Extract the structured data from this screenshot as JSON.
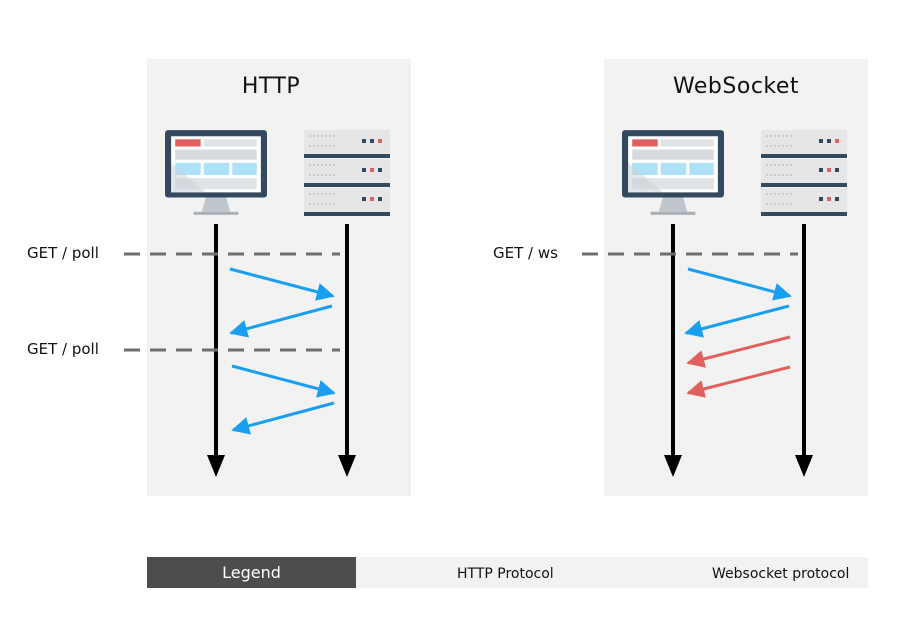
{
  "colors": {
    "http_arrow": "#1a9ff0",
    "websocket_arrow": "#e05f5f",
    "timeline": "#000000",
    "dashed": "#6e6e6e",
    "panel": "#f2f2f2",
    "legend_title_bg": "#4d4d4d"
  },
  "http_panel": {
    "title": "HTTP",
    "requests": [
      {
        "label": "GET / poll"
      },
      {
        "label": "GET / poll"
      }
    ],
    "icons": {
      "client": "monitor-icon",
      "server": "server-rack-icon"
    }
  },
  "websocket_panel": {
    "title": "WebSocket",
    "requests": [
      {
        "label": "GET / ws"
      }
    ],
    "icons": {
      "client": "monitor-icon",
      "server": "server-rack-icon"
    }
  },
  "legend": {
    "title": "Legend",
    "items": [
      {
        "label": "HTTP Protocol",
        "color": "#1a9ff0"
      },
      {
        "label": "Websocket protocol",
        "color": "#e05f5f"
      }
    ]
  }
}
